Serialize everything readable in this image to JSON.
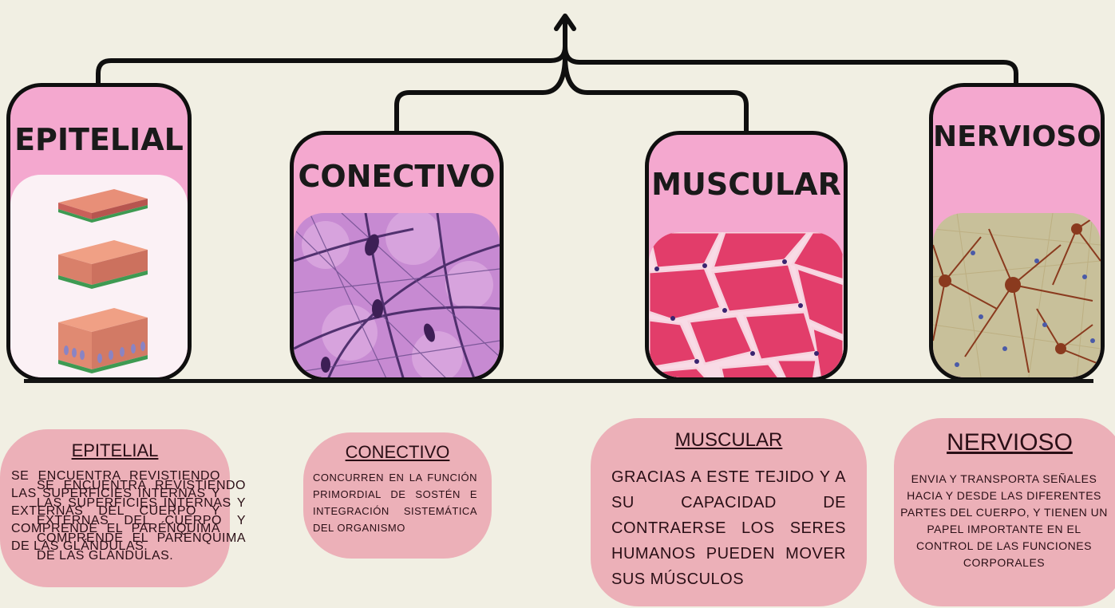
{
  "cards": {
    "epitelial": {
      "title": "EPITELIAL"
    },
    "conectivo": {
      "title": "CONECTIVO"
    },
    "muscular": {
      "title": "MUSCULAR"
    },
    "nervioso": {
      "title": "NERVIOSO"
    }
  },
  "descriptions": {
    "epitelial": {
      "title": "EPITELIAL",
      "text": "SE ENCUENTRA REVISTIENDO LAS SUPERFICIES INTERNAS Y EXTERNAS DEL CUERPO Y COMPRENDE EL PARÉNQUIMA DE LAS GLÁNDULAS."
    },
    "conectivo": {
      "title": "CONECTIVO",
      "text": "CONCURREN EN LA FUNCIÓN PRIMORDIAL DE SOSTÉN E INTEGRACIÓN SISTEMÁTICA DEL ORGANISMO"
    },
    "muscular": {
      "title": "MUSCULAR",
      "text": "GRACIAS A ESTE TEJIDO Y A SU CAPACIDAD DE CONTRAERSE LOS SERES HUMANOS PUEDEN MOVER SUS MÚSCULOS"
    },
    "nervioso": {
      "title": "NERVIOSO",
      "text": "ENVIA Y TRANSPORTA SEÑALES HACIA Y DESDE LAS DIFERENTES PARTES DEL CUERPO, Y TIENEN UN PAPEL IMPORTANTE EN EL CONTROL DE LAS FUNCIONES CORPORALES"
    }
  },
  "colors": {
    "background": "#f1efe3",
    "card_fill": "#f4a8cf",
    "blob_fill": "#ecb0b8",
    "line": "#0f0f0f"
  }
}
